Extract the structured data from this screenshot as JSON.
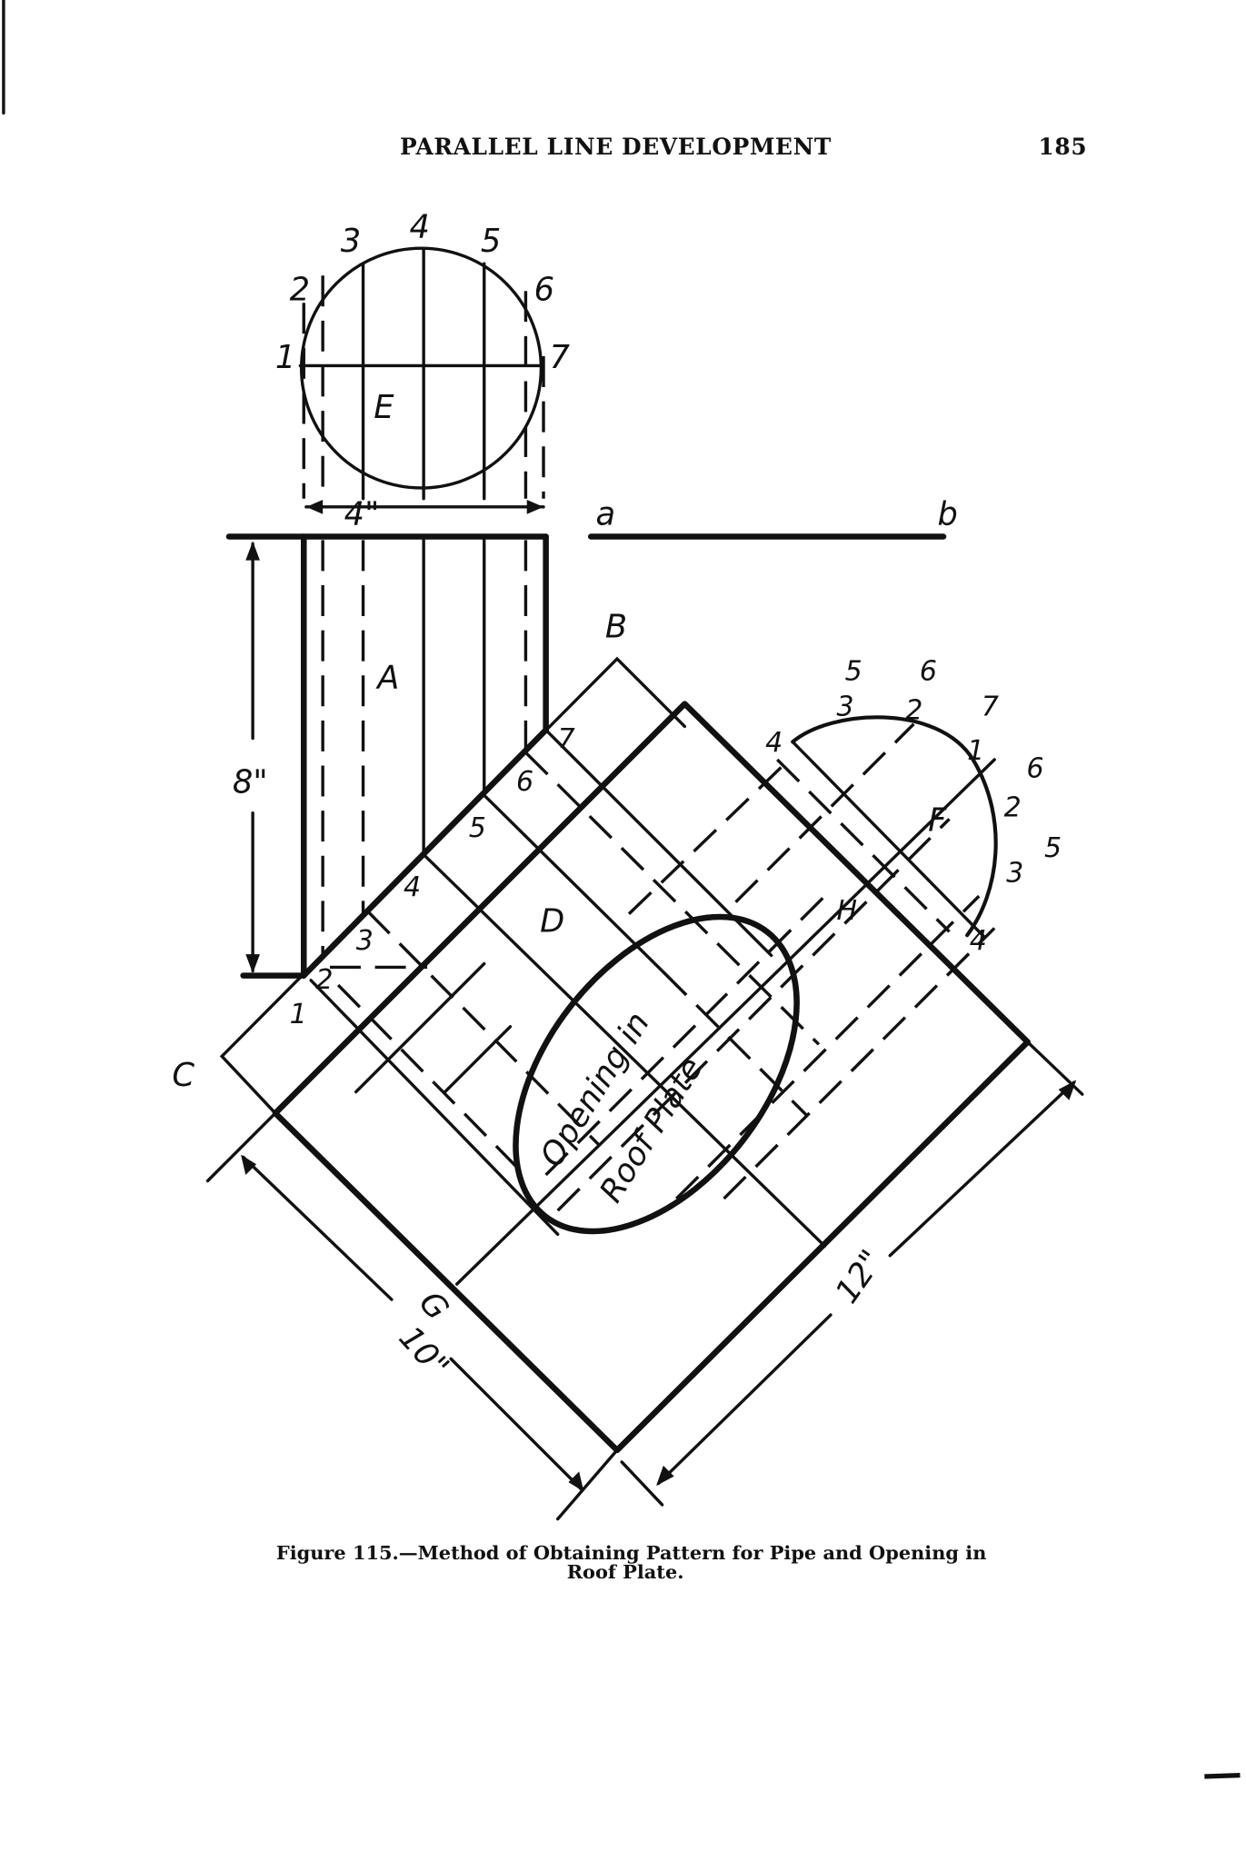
{
  "header": {
    "title": "PARALLEL LINE DEVELOPMENT",
    "page_number": "185"
  },
  "figure": {
    "circle_points": [
      "1",
      "2",
      "3",
      "4",
      "5",
      "6",
      "7"
    ],
    "circle_label": "E",
    "pipe_label": "A",
    "pipe_width": "4\"",
    "pipe_height": "8\"",
    "line_a": "a",
    "line_b": "b",
    "corner_b": "B",
    "corner_c": "C",
    "roof_points": [
      "1",
      "2",
      "3",
      "4",
      "5",
      "6",
      "7"
    ],
    "region_d": "D",
    "region_h": "H",
    "region_f": "F",
    "point_g": "G",
    "dim_10": "10\"",
    "dim_12": "12\"",
    "pattern_points": [
      "5",
      "6",
      "3",
      "2",
      "7",
      "4",
      "1",
      "6",
      "2",
      "3",
      "5",
      "4"
    ],
    "opening_line1": "Opening in",
    "opening_line2": "Roof Plate"
  },
  "caption": {
    "line1": "Figure 115.—Method of Obtaining Pattern for Pipe and Opening in",
    "line2": "Roof Plate."
  }
}
